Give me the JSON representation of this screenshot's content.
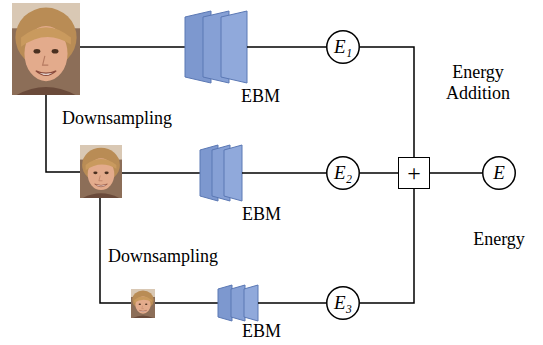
{
  "diagram": {
    "nodes": [
      {
        "text": [
          "EBM"
        ]
      },
      {
        "text": [
          "E₁"
        ]
      },
      {
        "text": [
          "EBM"
        ]
      },
      {
        "text": [
          "E₂"
        ]
      },
      {
        "text": [
          "EBM"
        ]
      },
      {
        "text": [
          "E₃"
        ]
      },
      {
        "text": [
          "+"
        ]
      },
      {
        "text": [
          "E",
          "Energy"
        ]
      }
    ],
    "edges": [
      {
        "from": 0,
        "to": 1,
        "arrow": "none"
      },
      {
        "from": 2,
        "to": 3,
        "arrow": "none"
      },
      {
        "from": 4,
        "to": 5,
        "arrow": "none"
      },
      {
        "from": 1,
        "to": 6,
        "arrow": "none"
      },
      {
        "from": 3,
        "to": 6,
        "arrow": "none"
      },
      {
        "from": 5,
        "to": 6,
        "arrow": "none"
      },
      {
        "from": 6,
        "to": 7,
        "arrow": "none"
      }
    ],
    "labels": [
      "Downsampling",
      "Downsampling",
      "Energy Addition"
    ]
  }
}
